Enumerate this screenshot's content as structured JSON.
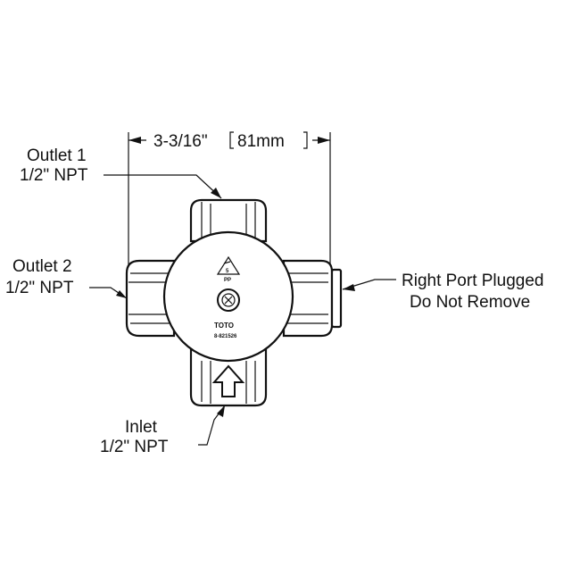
{
  "dimension": {
    "text": "3-3/16\"",
    "metric": "81mm"
  },
  "callouts": {
    "outlet1": {
      "line1": "Outlet 1",
      "line2": "1/2\" NPT"
    },
    "outlet2": {
      "line1": "Outlet 2",
      "line2": "1/2\" NPT"
    },
    "right_port": {
      "line1": "Right Port Plugged",
      "line2": "Do Not Remove"
    },
    "inlet": {
      "line1": "Inlet",
      "line2": "1/2\" NPT"
    }
  },
  "valve_markings": {
    "brand": "TOTO",
    "part_no": "8-821526",
    "recycle_code": "5",
    "material": "PP"
  }
}
